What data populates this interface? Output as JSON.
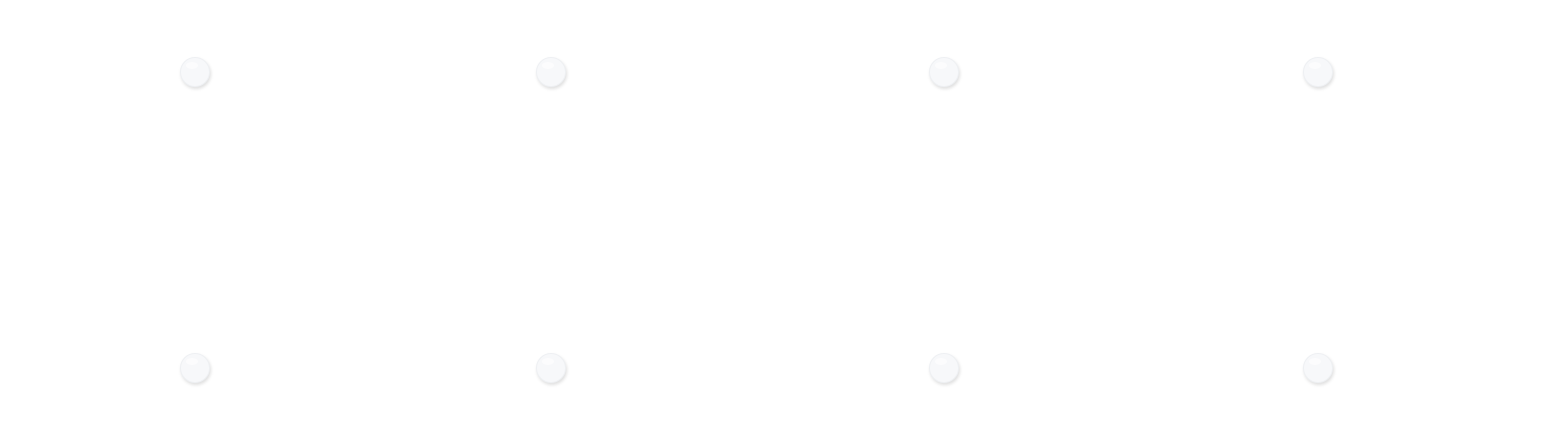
{
  "canvas": {
    "background": "#ffffff"
  },
  "handles": {
    "color": "#f7f8fa",
    "items": [
      {
        "row": 1,
        "col": 1
      },
      {
        "row": 1,
        "col": 2
      },
      {
        "row": 1,
        "col": 3
      },
      {
        "row": 1,
        "col": 4
      },
      {
        "row": 2,
        "col": 1
      },
      {
        "row": 2,
        "col": 2
      },
      {
        "row": 2,
        "col": 3
      },
      {
        "row": 2,
        "col": 4
      }
    ]
  }
}
